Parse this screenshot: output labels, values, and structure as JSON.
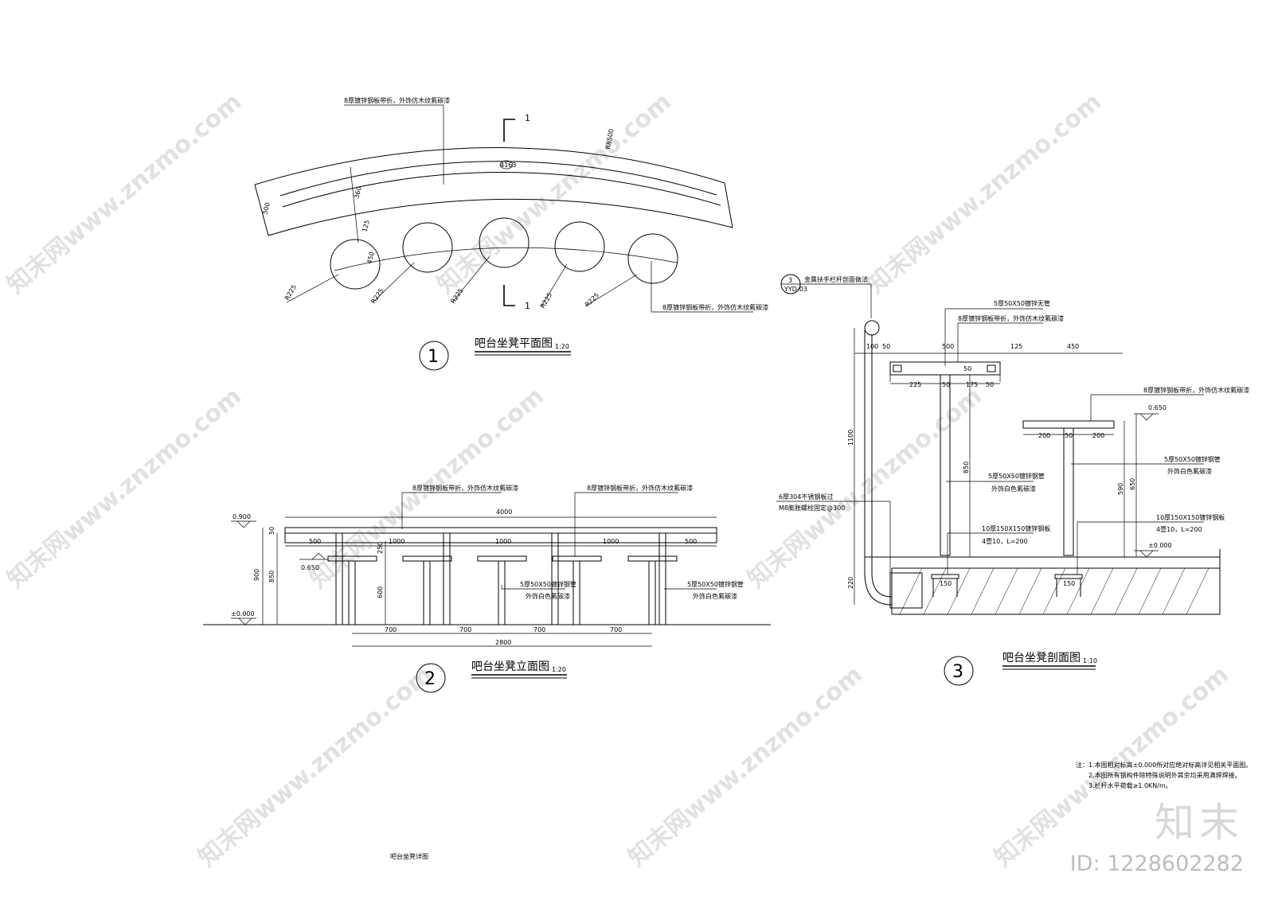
{
  "watermarks": {
    "text": "知末网www.znzmo.com"
  },
  "brand": {
    "logo": "知末",
    "id": "ID: 1228602282"
  },
  "sheet_title": "吧台坐凳详图",
  "notes": {
    "line1": "注：1.本图相对标高±0.000所对应绝对标高详见相关平面图。",
    "line2": "2.本图所有钢构件除特殊说明外其余均采用满焊焊接。",
    "line3": "3.栏杆水平荷载≥1.0KN/m。"
  },
  "plan": {
    "section_mark": "1",
    "callout_top": "8厚镀锌钢板带折，外饰仿木纹氟碳漆",
    "callout_seat": "8厚镀锌钢板带折，外饰仿木纹氟碳漆",
    "arc_length": "4163",
    "radius_outer": "R8500",
    "dim_depth": "500",
    "dim_inner": "360",
    "dim_gap": "125",
    "dim_seat": "450",
    "seat_radius": "R225",
    "title_num": "1",
    "title": "吧台坐凳平面图",
    "scale": "1:20"
  },
  "elevation": {
    "callout_top": "8厚镀锌钢板带折，外饰仿木纹氟碳漆",
    "callout_seat": "8厚镀锌钢板带折，外饰仿木纹氟碳漆",
    "leg_note_1": "5厚50X50镀锌钢管",
    "leg_note_2": "外饰白色氟碳漆",
    "leg_note_3": "5厚50X50镀锌钢管",
    "leg_note_4": "外饰白色氟碳漆",
    "elev_top": "0.900",
    "elev_seat": "0.650",
    "elev_ground": "±0.000",
    "total_len": "4000",
    "segs": [
      "500",
      "1000",
      "1000",
      "1000",
      "500"
    ],
    "seat_segs": [
      "700",
      "700",
      "700",
      "700"
    ],
    "seat_total": "2800",
    "v_900": "900",
    "v_850": "850",
    "v_50": "50",
    "v_250": "250",
    "v_600": "600",
    "title_num": "2",
    "title": "吧台坐凳立面图",
    "scale": "1:20"
  },
  "section": {
    "ref_num": "3",
    "ref_sheet": "YYD-03",
    "ref_text": "金属扶手栏杆剖面做法",
    "callout_1": "5厚50X50镀锌无管",
    "callout_2": "8厚镀锌钢板带折，外饰仿木纹氟碳漆",
    "callout_3": "8厚镀锌钢板带折，外饰仿木纹氟碳漆",
    "pipe_note_1": "5厚50X50镀锌钢管",
    "pipe_note_2": "外饰白色氟碳漆",
    "pipe_note_3": "5厚50X50镀锌钢管",
    "pipe_note_4": "外饰白色氟碳漆",
    "plate_note_1": "10厚150X150镀锌钢板",
    "plate_note_2": "4壹10，L=200",
    "plate_note_3": "10厚150X150镀锌钢板",
    "plate_note_4": "4壹10，L=200",
    "rail_note_1": "6厚304不锈钢板过",
    "rail_note_2": "M8膨胀螺栓固定@300",
    "top_dims": [
      "100",
      "50",
      "500",
      "125",
      "450"
    ],
    "sub_dims": [
      "225",
      "50",
      "175",
      "50"
    ],
    "stool_dims": [
      "200",
      "50",
      "200"
    ],
    "elev_stool": "0.650",
    "elev_zero": "±0.000",
    "v_1100": "1100",
    "v_850": "850",
    "v_590": "590",
    "v_650": "650",
    "v_220": "220",
    "v_50": "50",
    "base_w": "150",
    "title_num": "3",
    "title": "吧台坐凳剖面图",
    "scale": "1:10"
  }
}
